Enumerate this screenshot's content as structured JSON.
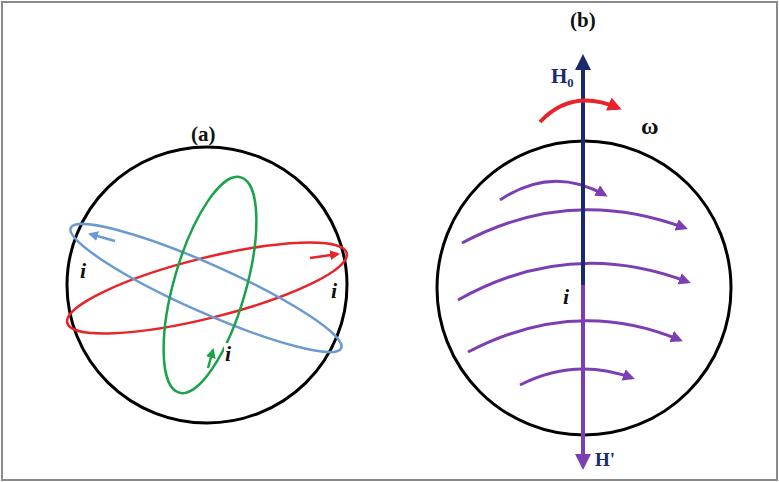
{
  "diagram": {
    "labels": [
      "(a)",
      "i",
      "i",
      "i",
      "(b)",
      "H₀",
      "ω",
      "i",
      "H'"
    ]
  }
}
